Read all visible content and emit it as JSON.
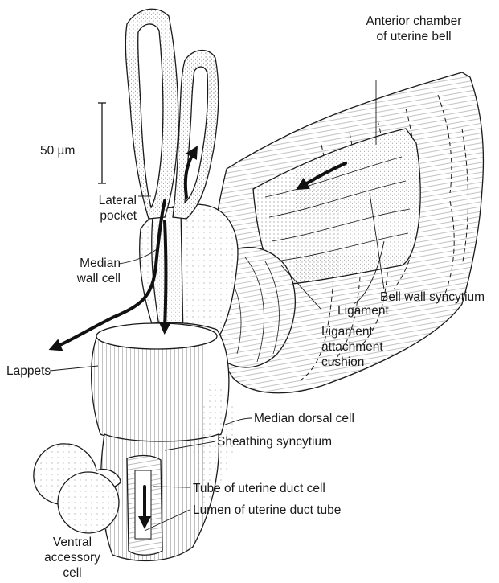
{
  "figure": {
    "labels": {
      "anterior_chamber_line1": "Anterior chamber",
      "anterior_chamber_line2": "of uterine bell",
      "scale_bar": "50 µm",
      "lateral_pocket_line1": "Lateral",
      "lateral_pocket_line2": "pocket",
      "median_wall_line1": "Median",
      "median_wall_line2": "wall cell",
      "bell_wall_syncytium": "Bell wall syncytium",
      "ligament": "Ligament",
      "ligament_cushion_line1": "Ligament",
      "ligament_cushion_line2": "attachment",
      "ligament_cushion_line3": "cushion",
      "lappets": "Lappets",
      "median_dorsal_cell": "Median dorsal cell",
      "sheathing_syncytium": "Sheathing syncytium",
      "tube_of_uterine_duct": "Tube of uterine duct cell",
      "lumen_of_uterine_duct": "Lumen of uterine duct tube",
      "ventral_accessory_line1": "Ventral",
      "ventral_accessory_line2": "accessory",
      "ventral_accessory_line3": "cell"
    },
    "style": {
      "ink": "#1a1a1a",
      "background": "#ffffff"
    }
  }
}
